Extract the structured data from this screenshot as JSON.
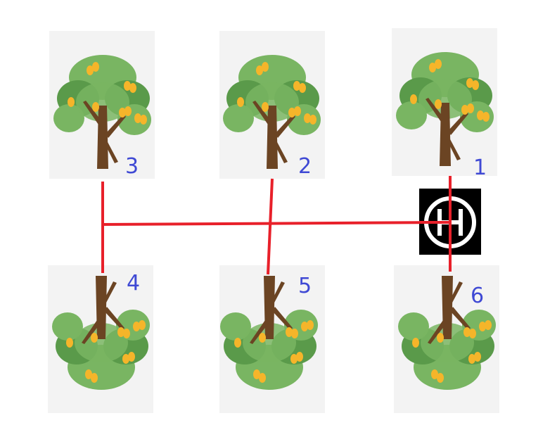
{
  "trees": [
    {
      "id": "3",
      "label": "3",
      "orientation": "upright"
    },
    {
      "id": "2",
      "label": "2",
      "orientation": "upright"
    },
    {
      "id": "1",
      "label": "1",
      "orientation": "upright"
    },
    {
      "id": "4",
      "label": "4",
      "orientation": "inverted"
    },
    {
      "id": "5",
      "label": "5",
      "orientation": "inverted"
    },
    {
      "id": "6",
      "label": "6",
      "orientation": "inverted"
    }
  ],
  "connections": [
    {
      "from": "3",
      "to": "4"
    },
    {
      "from": "2",
      "to": "5"
    },
    {
      "from": "1",
      "to": "6"
    },
    {
      "from": "4",
      "to": "1",
      "via": "horizontal-bus"
    }
  ],
  "hub_icon": "circled-h-icon",
  "colors": {
    "line": "#e8202a",
    "label": "#3f49d4",
    "leaf": "#79b562",
    "leaf_dark": "#5a9a4a",
    "trunk": "#6b4423",
    "fruit": "#f5b52a",
    "tile": "#f3f3f3",
    "hub_bg": "#000000",
    "hub_fg": "#ffffff"
  }
}
